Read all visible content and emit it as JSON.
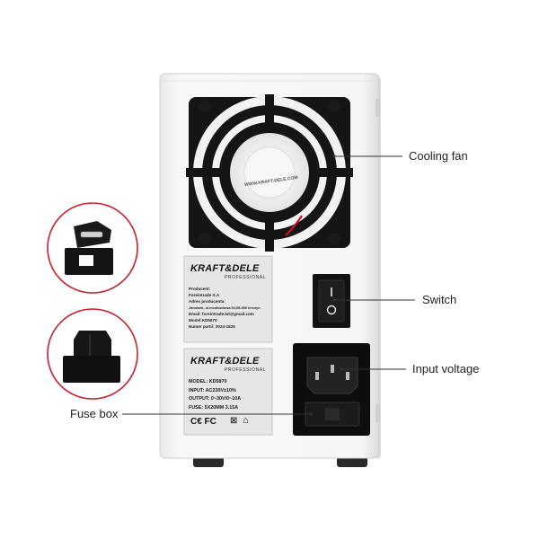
{
  "callouts": {
    "cooling_fan": "Cooling fan",
    "switch": "Switch",
    "input_voltage": "Input voltage",
    "fuse_box": "Fuse box"
  },
  "label_top": {
    "brand": "KRAFT&DELE",
    "tagline": "PROFESSIONAL",
    "lines": [
      "Producent:",
      "Foreintrade S.A",
      "Adres producenta:",
      "Janówek, ul.mostowiowa 54,05-500 Ierczyn",
      "Email: foreintrade.kd@gmail.com",
      "",
      "Model:KD5870",
      "Numer partii: 2024-1825"
    ]
  },
  "label_bottom": {
    "brand": "KRAFT&DELE",
    "tagline": "PROFESSIONAL",
    "specs": [
      "MODEL: KD5870",
      "INPUT: AC230V±10%",
      "OUTPUT: 0~30V/0~10A",
      "FUSE: 5X20MM 3.15A"
    ],
    "marks": "C€ FC"
  },
  "fan_text": "WWW.KRAFT-DELE.COM",
  "colors": {
    "case": "#f4f4f4",
    "case_edge": "#c9c9c9",
    "label": "#e6e6e6",
    "dark": "#111111",
    "fan_wire": "#c8102e",
    "callout_line": "#333333"
  }
}
